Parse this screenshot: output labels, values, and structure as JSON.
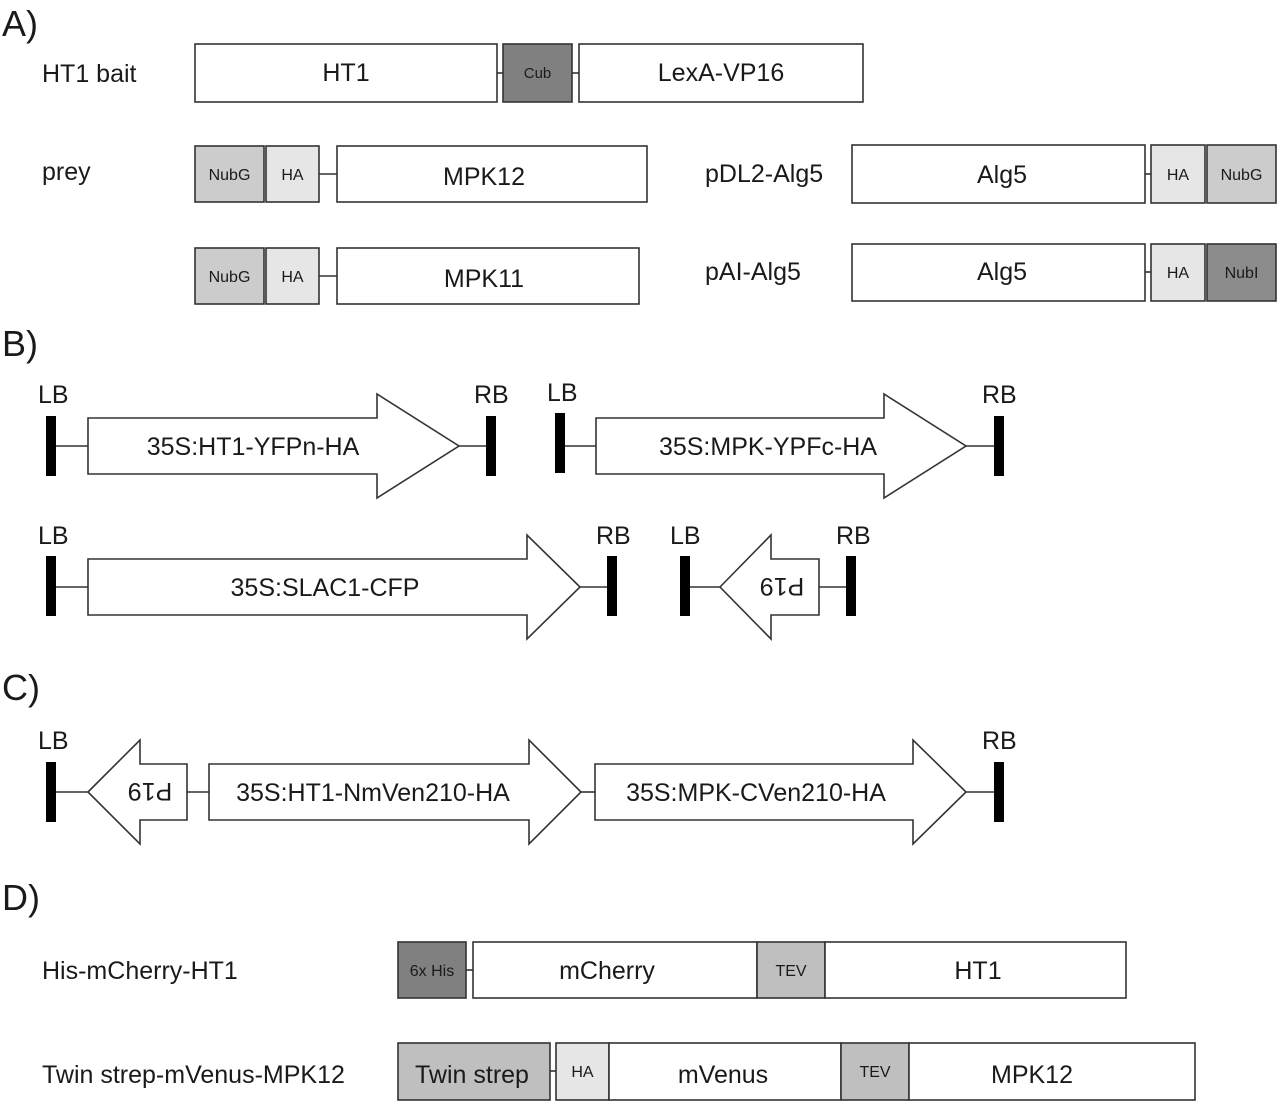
{
  "colors": {
    "white": "#ffffff",
    "light_gray": "#e6e6e6",
    "mid_gray": "#cccccc",
    "gray": "#bfbfbf",
    "dark_gray": "#8c8c8c",
    "darker_gray": "#808080"
  },
  "panel_A": {
    "label": "A)",
    "bait": {
      "name": "HT1 bait",
      "domains": [
        {
          "text": "HT1",
          "color": "white"
        },
        {
          "text": "Cub",
          "color": "darker_gray"
        },
        {
          "text": "LexA-VP16",
          "color": "white"
        }
      ]
    },
    "prey_label": "prey",
    "prey1": [
      {
        "text": "NubG",
        "color": "mid_gray"
      },
      {
        "text": "HA",
        "color": "light_gray"
      },
      {
        "text": "MPK12",
        "color": "white"
      }
    ],
    "prey2": [
      {
        "text": "NubG",
        "color": "mid_gray"
      },
      {
        "text": "HA",
        "color": "light_gray"
      },
      {
        "text": "MPK11",
        "color": "white"
      }
    ],
    "ctrl1": {
      "name": "pDL2-Alg5",
      "domains": [
        {
          "text": "Alg5",
          "color": "white"
        },
        {
          "text": "HA",
          "color": "light_gray"
        },
        {
          "text": "NubG",
          "color": "mid_gray"
        }
      ]
    },
    "ctrl2": {
      "name": "pAI-Alg5",
      "domains": [
        {
          "text": "Alg5",
          "color": "white"
        },
        {
          "text": "HA",
          "color": "light_gray"
        },
        {
          "text": "NubI",
          "color": "dark_gray"
        }
      ]
    }
  },
  "panel_B": {
    "label": "B)",
    "left_border": "LB",
    "right_border": "RB",
    "cassettes": [
      "35S:HT1-YFPn-HA",
      "35S:MPK-YPFc-HA",
      "35S:SLAC1-CFP",
      "P19"
    ]
  },
  "panel_C": {
    "label": "C)",
    "left_border": "LB",
    "right_border": "RB",
    "cassettes": [
      "P19",
      "35S:HT1-NmVen210-HA",
      "35S:MPK-CVen210-HA"
    ]
  },
  "panel_D": {
    "label": "D)",
    "protein1": {
      "name": "His-mCherry-HT1",
      "domains": [
        {
          "text": "6x His",
          "color": "darker_gray"
        },
        {
          "text": "mCherry",
          "color": "white"
        },
        {
          "text": "TEV",
          "color": "gray"
        },
        {
          "text": "HT1",
          "color": "white"
        }
      ]
    },
    "protein2": {
      "name": "Twin strep-mVenus-MPK12",
      "domains": [
        {
          "text": "Twin strep",
          "color": "gray"
        },
        {
          "text": "HA",
          "color": "light_gray"
        },
        {
          "text": "mVenus",
          "color": "white"
        },
        {
          "text": "TEV",
          "color": "gray"
        },
        {
          "text": "MPK12",
          "color": "white"
        }
      ]
    }
  }
}
